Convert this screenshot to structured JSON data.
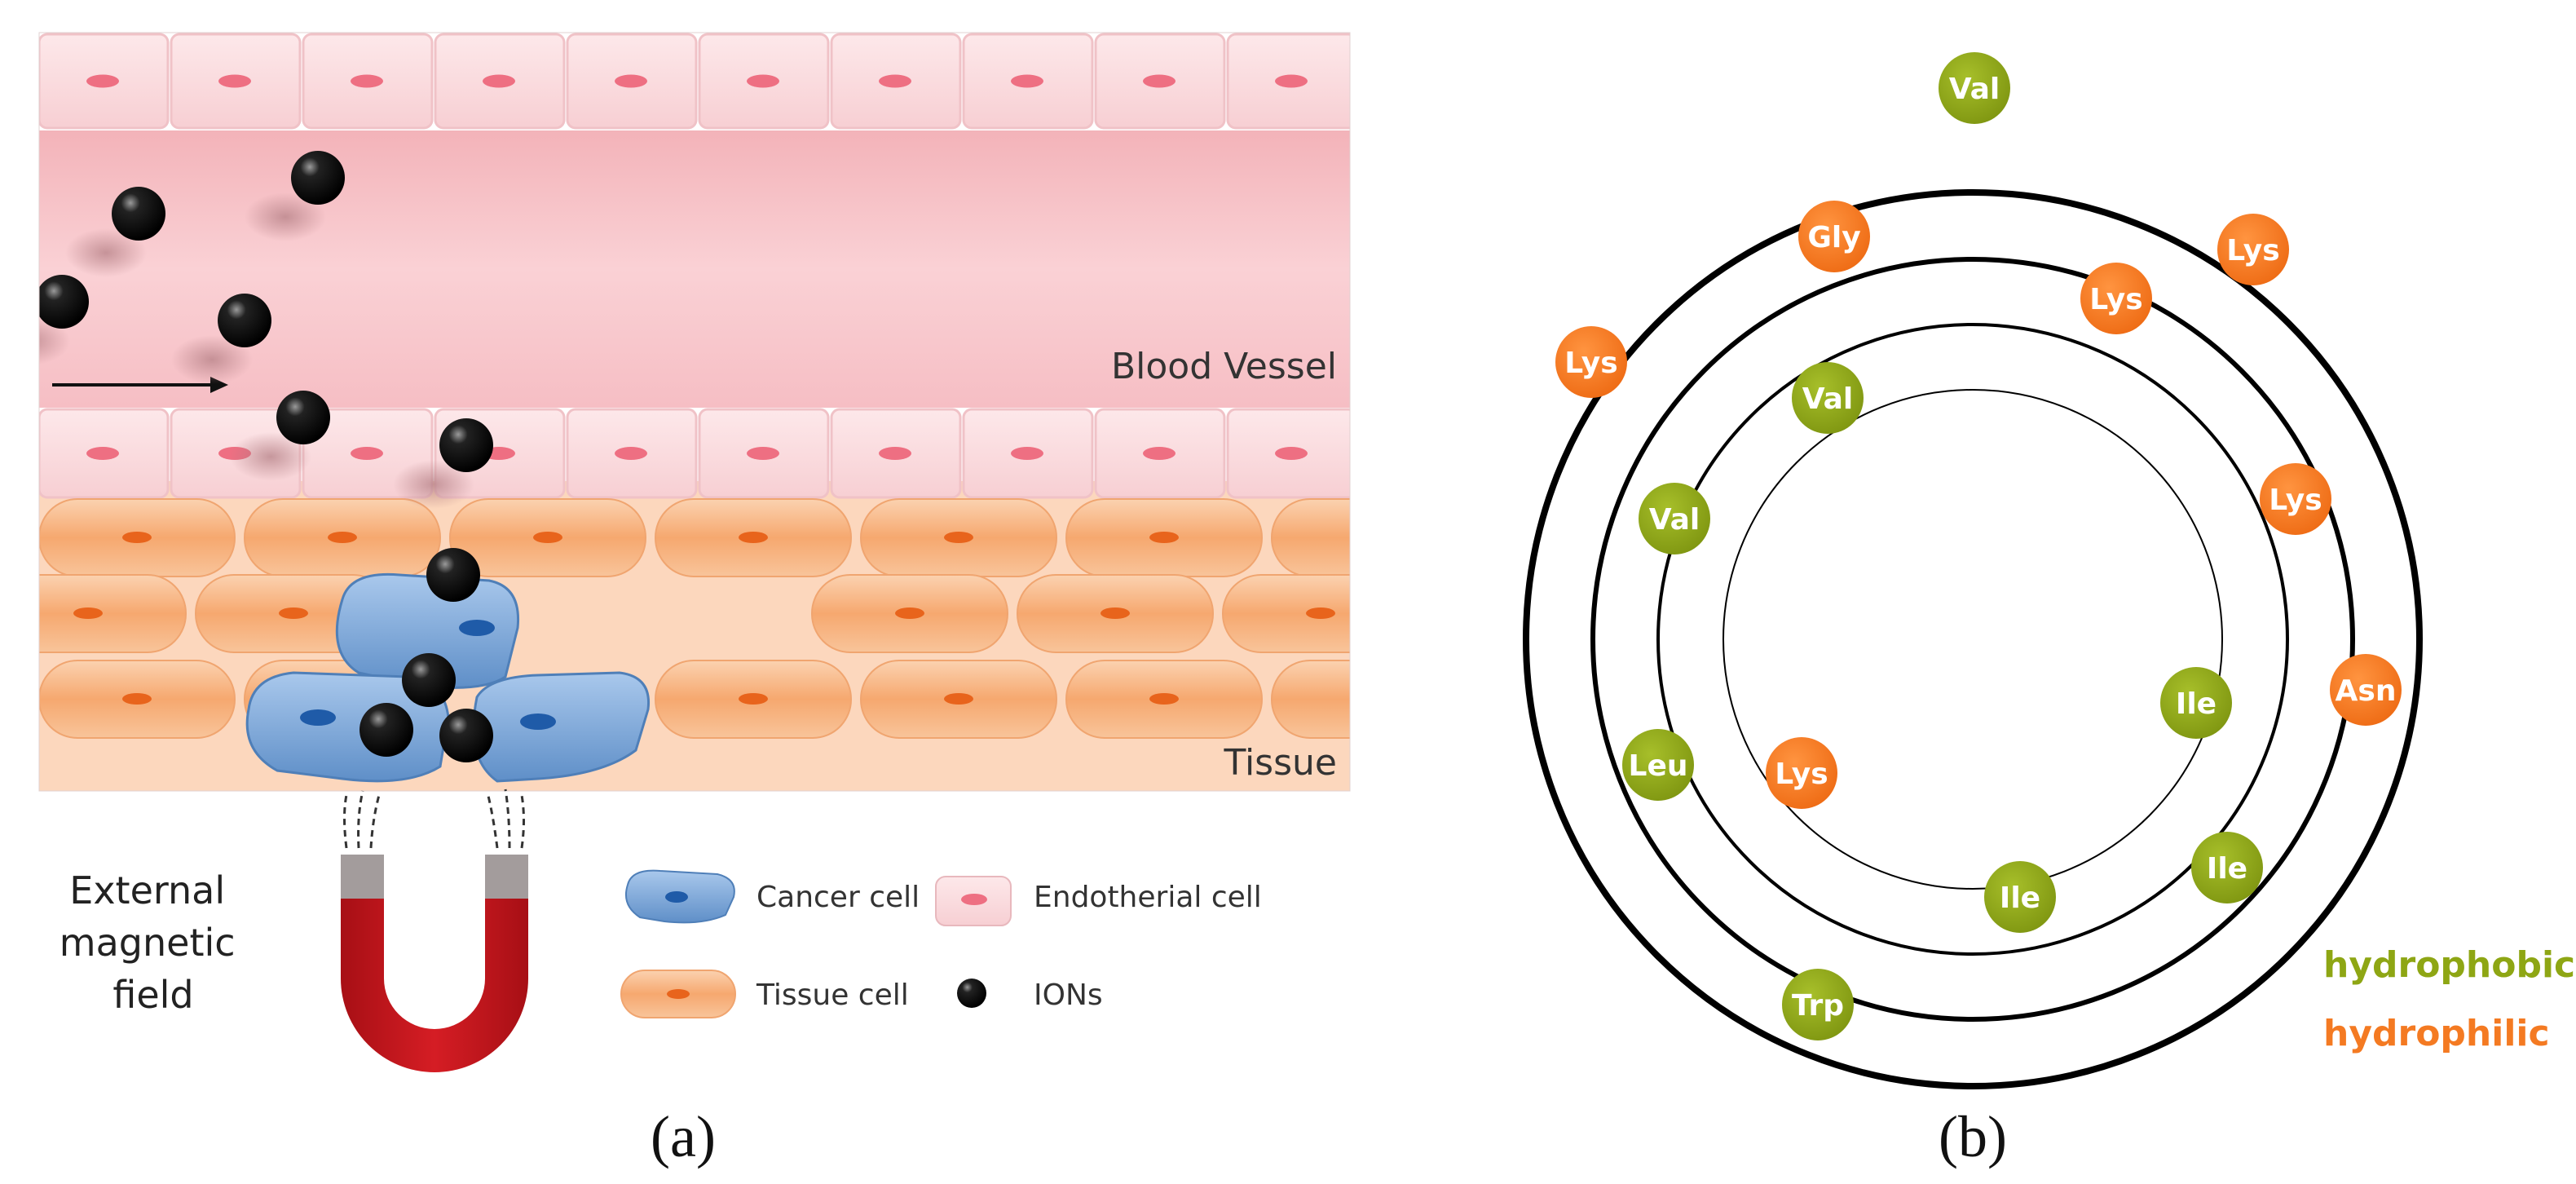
{
  "panel_a": {
    "label": "(a)",
    "vessel_label": "Blood Vessel",
    "tissue_label": "Tissue",
    "magnet_label": [
      "External",
      "magnetic",
      "field"
    ],
    "legend": {
      "cancer_cell": "Cancer cell",
      "endothelial_cell": "Endotherial cell",
      "tissue_cell": "Tissue cell",
      "ions": "IONs"
    }
  },
  "panel_b": {
    "label": "(b)",
    "residues": [
      {
        "name": "Val",
        "kind": "hydrophobic"
      },
      {
        "name": "Lys",
        "kind": "hydrophilic"
      },
      {
        "name": "Lys",
        "kind": "hydrophilic"
      },
      {
        "name": "Asn",
        "kind": "hydrophilic"
      },
      {
        "name": "Ile",
        "kind": "hydrophobic"
      },
      {
        "name": "Ile",
        "kind": "hydrophobic"
      },
      {
        "name": "Trp",
        "kind": "hydrophobic"
      },
      {
        "name": "Leu",
        "kind": "hydrophobic"
      },
      {
        "name": "Lys",
        "kind": "hydrophilic"
      },
      {
        "name": "Gly",
        "kind": "hydrophilic"
      },
      {
        "name": "Lys",
        "kind": "hydrophilic"
      },
      {
        "name": "Val",
        "kind": "hydrophobic"
      },
      {
        "name": "Val",
        "kind": "hydrophobic"
      },
      {
        "name": "Ile",
        "kind": "hydrophobic"
      },
      {
        "name": "Lys",
        "kind": "hydrophilic"
      }
    ],
    "legend": {
      "hydrophobic": "hydrophobic",
      "hydrophilic": "hydrophilic"
    },
    "colors": {
      "hydrophobic": "#8ea614",
      "hydrophilic": "#f47a22"
    }
  },
  "colors": {
    "vessel": "#f6c4c8",
    "endothelial": "#fbdde0",
    "tissue_cell": "#f7b27c",
    "cancer_cell": "#6f9fd3",
    "ion": "#111111",
    "magnet_red": "#c8161d",
    "magnet_grey": "#a09a9a"
  }
}
